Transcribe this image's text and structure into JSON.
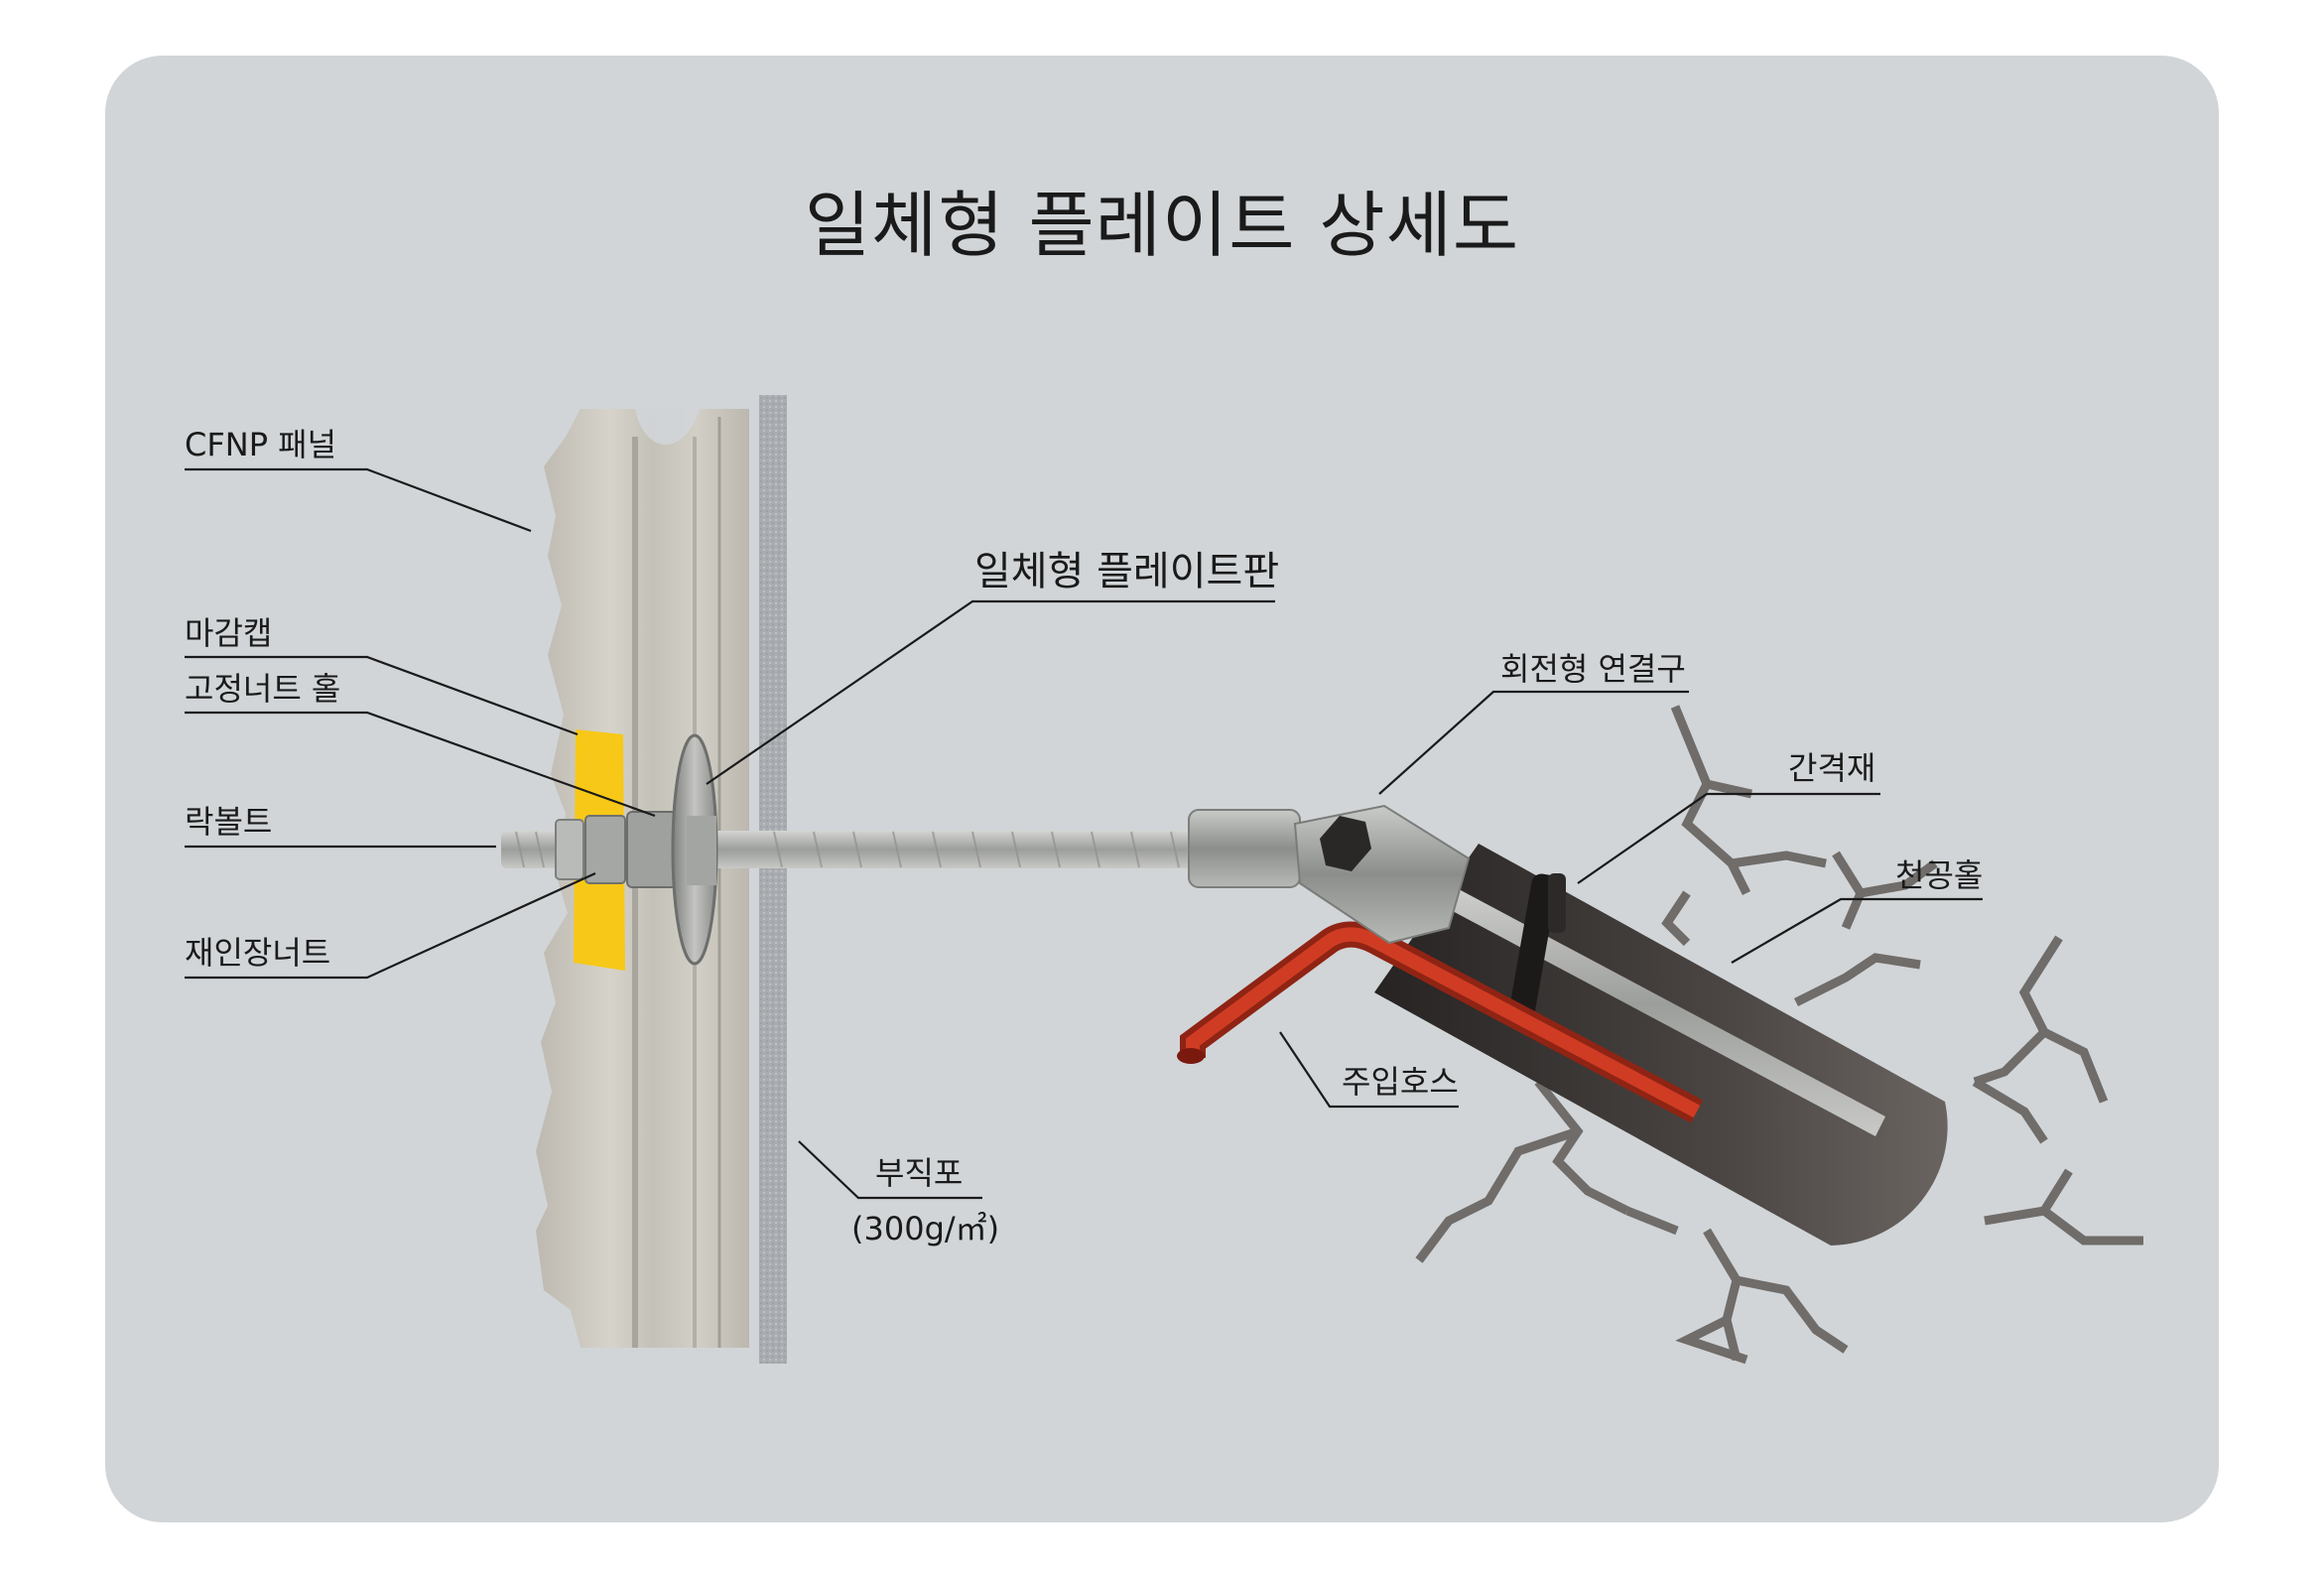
{
  "title": "일체형 플레이트 상세도",
  "labels": {
    "cfnp_panel": "CFNP 패널",
    "finish_cap": "마감캡",
    "fixing_nut_hole": "고정너트 홀",
    "rock_bolt": "락볼트",
    "tension_nut": "재인장너트",
    "integrated_plate": "일체형 플레이트판",
    "rotary_connector": "회전형 연결구",
    "spacer": "간격재",
    "drill_hole": "천공홀",
    "injection_hose": "주입호스",
    "nonwoven": "부직포",
    "nonwoven_spec": "(300g/㎡)"
  },
  "colors": {
    "background": "#d1d5d8",
    "concrete": "#c9c6be",
    "yellow_cap": "#f7c817",
    "rod": "#aeb0ad",
    "hose": "#c0321e",
    "drill_hole": "#3a3635",
    "crack": "#6f6c69",
    "fabric": "#a8abaf"
  },
  "icons": {
    "bolt": "threaded-rod-icon",
    "nut": "hex-nut-icon",
    "plate": "plate-washer-icon"
  }
}
